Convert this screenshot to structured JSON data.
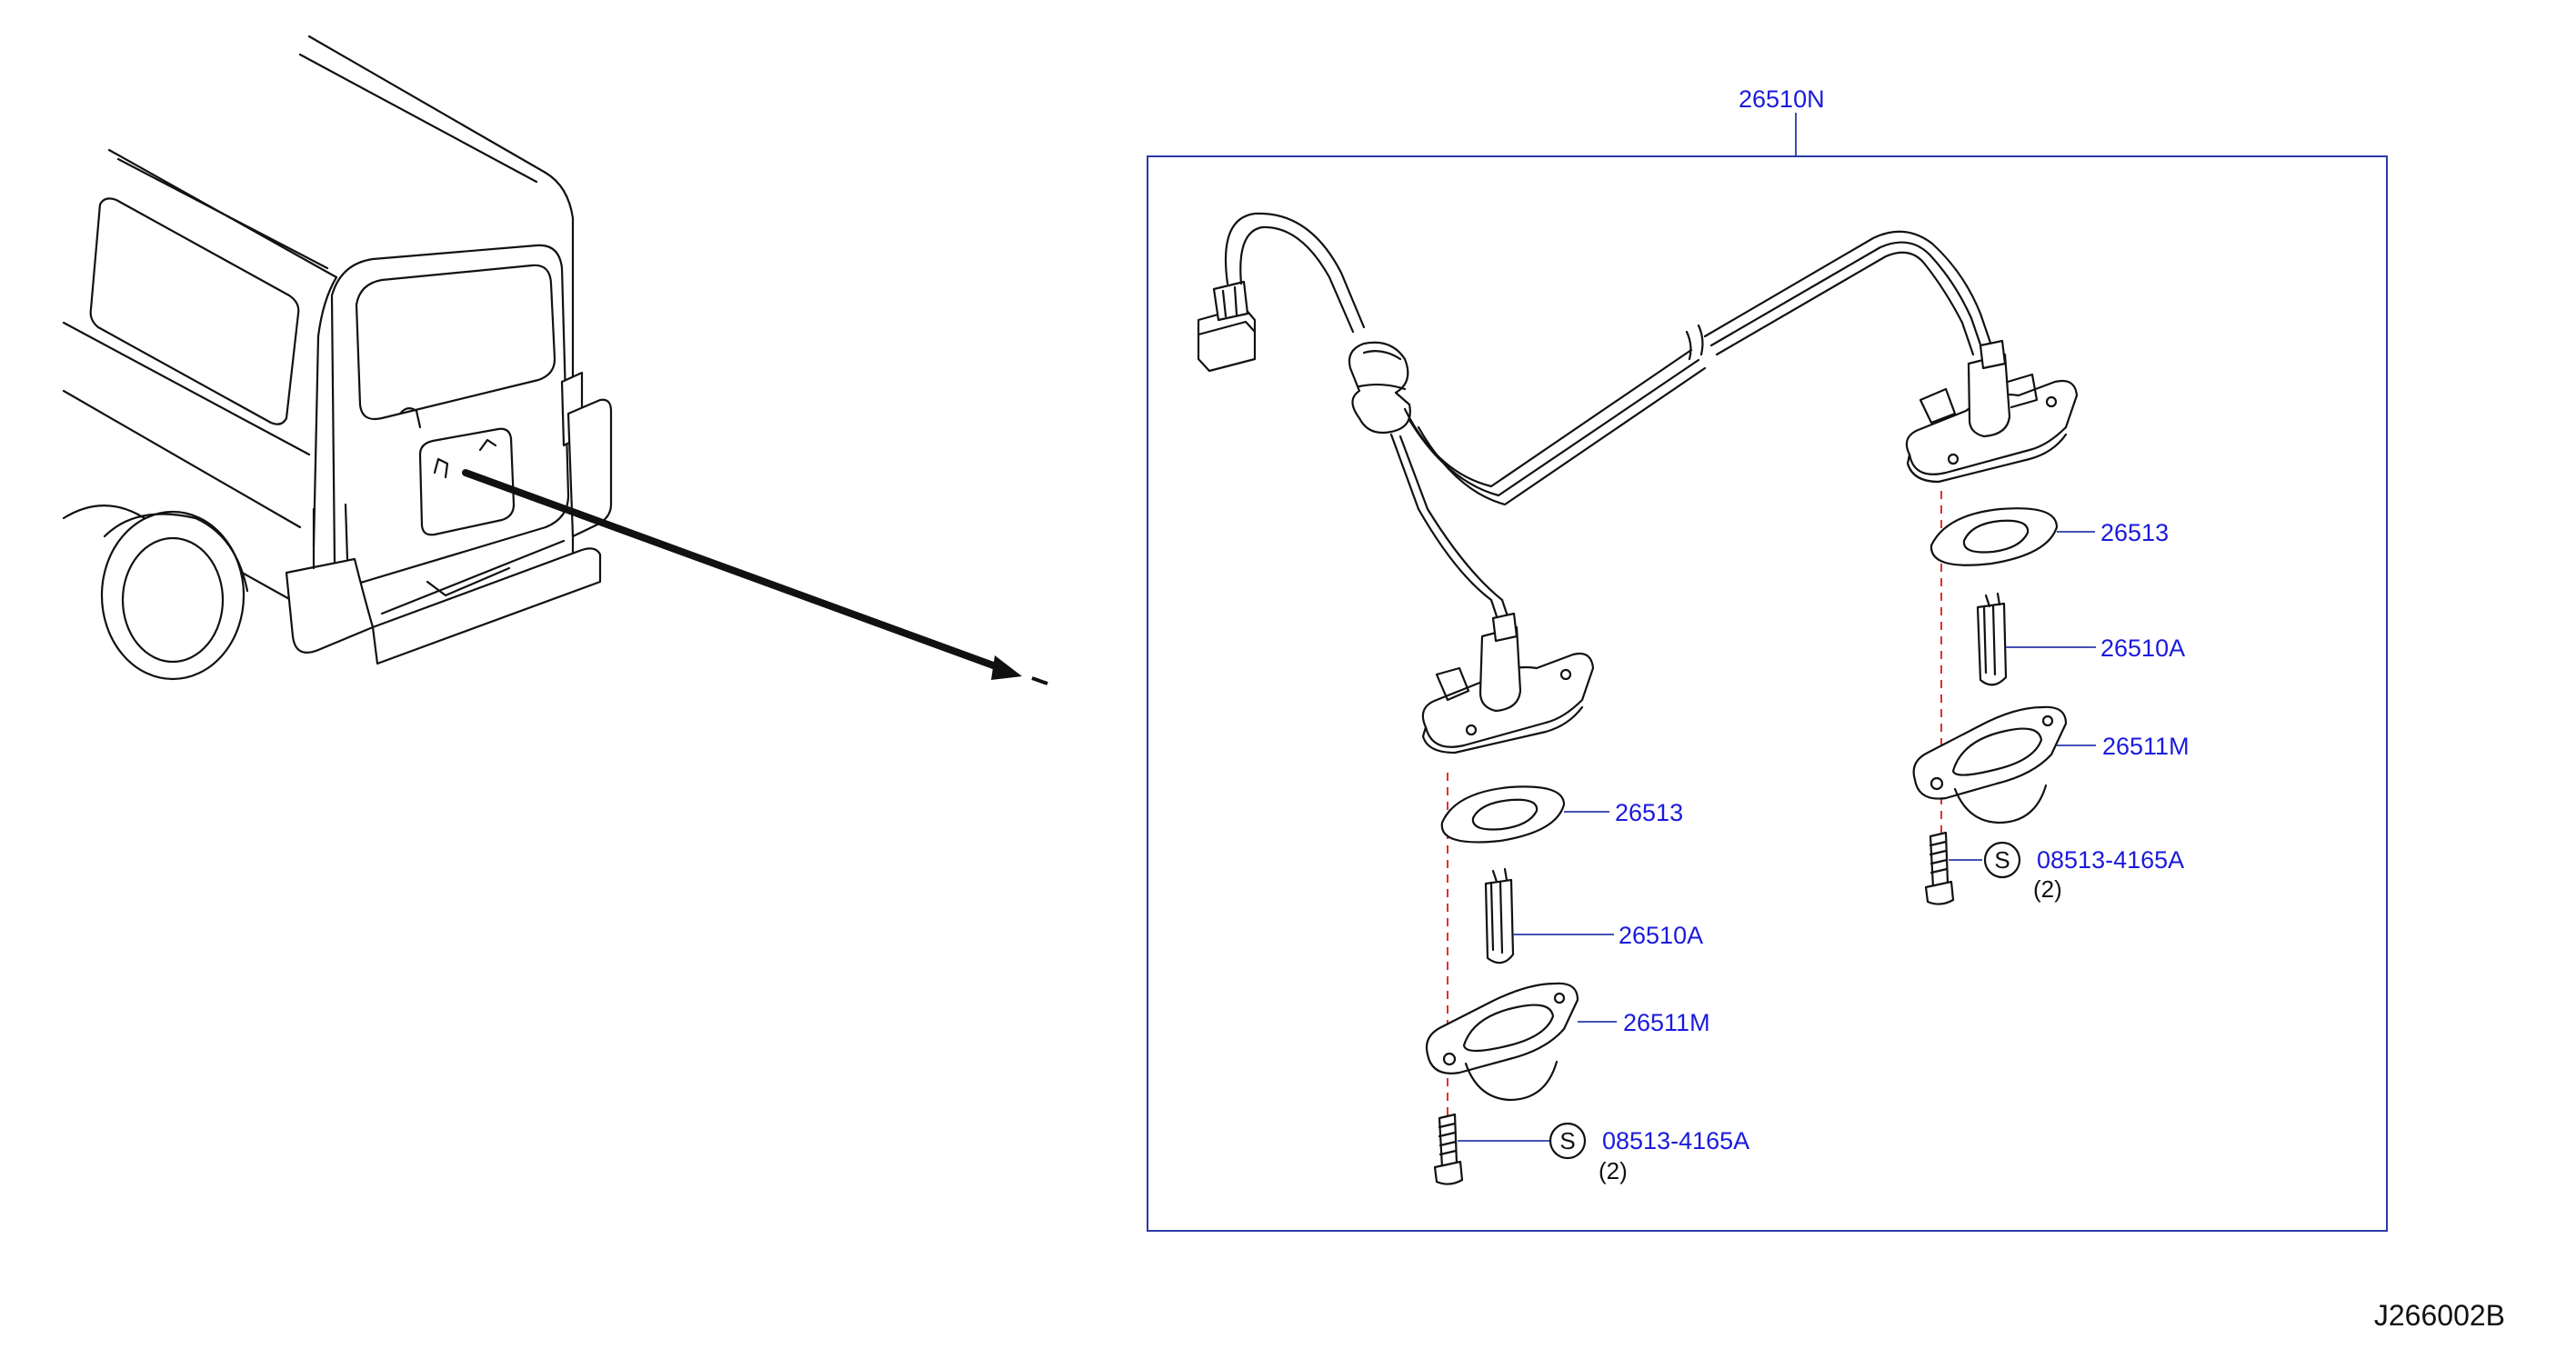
{
  "diagram": {
    "assembly_label": "26510N",
    "drawing_code": "J266002B",
    "left_lamp": {
      "gasket_label": "26513",
      "bulb_label": "26510A",
      "lens_label": "26511M",
      "screw_symbol": "S",
      "screw_label": "08513-4165A",
      "screw_qty": "(2)"
    },
    "right_lamp": {
      "gasket_label": "26513",
      "bulb_label": "26510A",
      "lens_label": "26511M",
      "screw_symbol": "S",
      "screw_label": "08513-4165A",
      "screw_qty": "(2)"
    }
  }
}
